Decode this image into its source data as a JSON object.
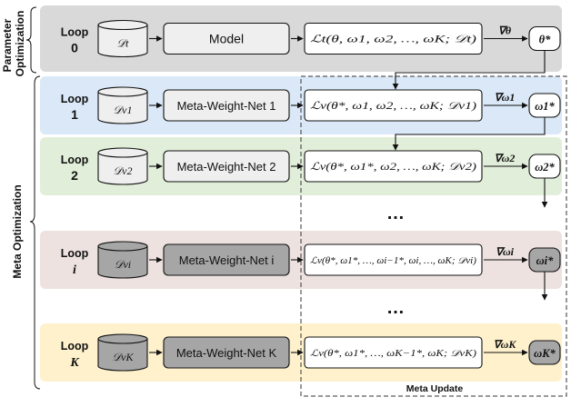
{
  "side_labels": {
    "parameter_optimization_line1": "Parameter",
    "parameter_optimization_line2": "Optimization",
    "meta_optimization": "Meta Optimization"
  },
  "loops": [
    {
      "loop_label": "Loop",
      "loop_index": "0",
      "dataset": "𝒟t",
      "model": "Model",
      "loss": "ℒt(θ, ω1, ω2, …, ωK; 𝒟t)",
      "gradient": "∇θ",
      "output": "θ*",
      "background": "#d9d9d9",
      "node_fill": "#efefef"
    },
    {
      "loop_label": "Loop",
      "loop_index": "1",
      "dataset": "𝒟v1",
      "model": "Meta-Weight-Net 1",
      "loss": "ℒv(θ*, ω1, ω2, …, ωK; 𝒟v1)",
      "gradient": "∇ω1",
      "output": "ω1*",
      "background": "#dae8f7",
      "node_fill": "#efefef"
    },
    {
      "loop_label": "Loop",
      "loop_index": "2",
      "dataset": "𝒟v2",
      "model": "Meta-Weight-Net 2",
      "loss": "ℒv(θ*, ω1*, ω2, …, ωK; 𝒟v2)",
      "gradient": "∇ω2",
      "output": "ω2*",
      "background": "#e1eed9",
      "node_fill": "#efefef"
    },
    {
      "loop_label": "Loop",
      "loop_index": "i",
      "dataset": "𝒟vi",
      "model": "Meta-Weight-Net i",
      "loss": "ℒv(θ*, ω1*, …, ωi−1*, ωi, …, ωK; 𝒟vi)",
      "gradient": "∇ωi",
      "output": "ωi*",
      "background": "#ede2df",
      "node_fill": "#a6a6a6"
    },
    {
      "loop_label": "Loop",
      "loop_index": "K",
      "dataset": "𝒟vK",
      "model": "Meta-Weight-Net K",
      "loss": "ℒv(θ*, ω1*, …, ωK−1*, ωK; 𝒟vK)",
      "gradient": "∇ωK",
      "output": "ωK*",
      "background": "#fef1cc",
      "node_fill": "#a6a6a6"
    }
  ],
  "ellipsis": "…",
  "meta_update_label": "Meta Update"
}
